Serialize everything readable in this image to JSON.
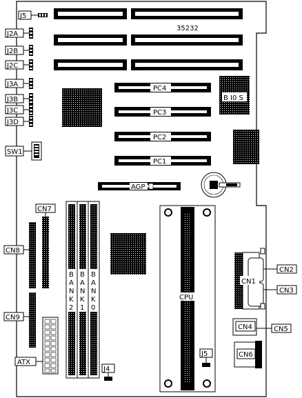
{
  "board_id": "35232",
  "jumpers": {
    "j5_top": "J5",
    "j2a": "J2A",
    "j2b": "J2B",
    "j2c": "J2C",
    "j3a": "J3A",
    "j3b": "J3B",
    "j3c": "J3C",
    "j3d": "J3D",
    "sw1": "SW1",
    "j4": "J4",
    "j5_bottom": "J5"
  },
  "slots": {
    "pc4": "PC4",
    "pc3": "PC3",
    "pc2": "PC2",
    "pc1": "PC1",
    "agp": "AGP"
  },
  "bios": "B I0 S",
  "cpu": "CPU",
  "banks": {
    "bank2": [
      "B",
      "A",
      "N",
      "K",
      "2"
    ],
    "bank1": [
      "B",
      "A",
      "N",
      "K",
      "1"
    ],
    "bank0": [
      "B",
      "A",
      "N",
      "K",
      "0"
    ]
  },
  "connectors": {
    "cn7": "CN7",
    "cn8": "CN8",
    "cn9": "CN9",
    "atx": "ATX",
    "cn1": "CN1",
    "cn2": "CN2",
    "cn3": "CN3",
    "cn4": "CN4",
    "cn5": "CN5",
    "cn6": "CN6"
  }
}
